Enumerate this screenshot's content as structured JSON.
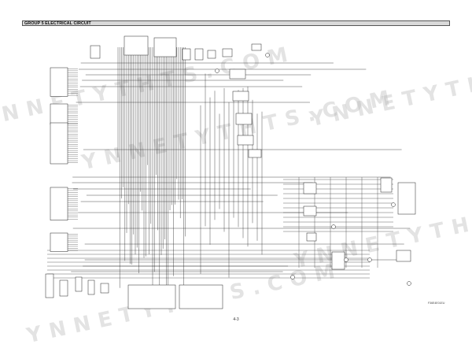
{
  "header": {
    "title": "GROUP 5  ELECTRICAL CIRCUIT"
  },
  "footer": {
    "page_number": "4-3",
    "drawing_code": "F36E4E01EU"
  },
  "watermark": {
    "text": "YNNETYTHTS.COM",
    "color": "#afafaf"
  },
  "colors": {
    "wire": "#222222",
    "bar": "#d9d9d9"
  }
}
